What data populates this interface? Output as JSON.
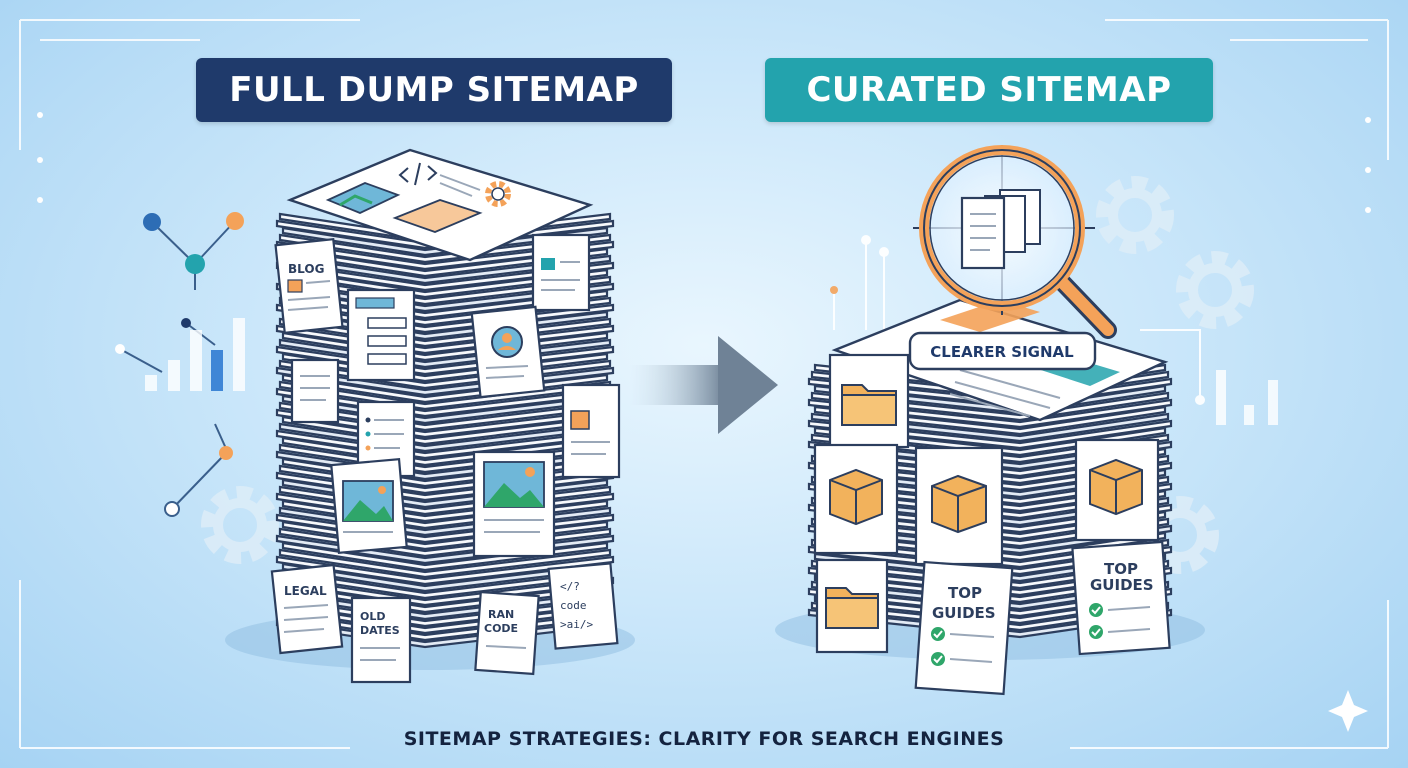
{
  "titles": {
    "full_dump": "FULL DUMP SITEMAP",
    "curated": "CURATED SITEMAP"
  },
  "footer": "SITEMAP STRATEGIES: CLARITY FOR SEARCH ENGINES",
  "left_stack_labels": {
    "blog": "BLOG",
    "legal": "LEGAL",
    "old_dates_1": "OLD",
    "old_dates_2": "DATES",
    "ran_code_1": "RAN",
    "ran_code_2": "CODE",
    "code_1": "</?",
    "code_2": "code",
    "code_3": ">ai/>",
    "xml_tag": "</>"
  },
  "right_stack_labels": {
    "signal": "CLEARER SIGNAL",
    "top_guides_left_1": "TOP",
    "top_guides_left_2": "GUIDES",
    "top_guides_right_1": "TOP",
    "top_guides_right_2": "GUIDES"
  },
  "colors": {
    "navy": "#1f3a6b",
    "teal": "#23a3ad",
    "outline": "#2c3e5e",
    "orange": "#f4a259",
    "box": "#f2b25c",
    "green": "#2fa66a"
  },
  "icons": [
    "network-icon",
    "bar-chart-icon",
    "gear-icon",
    "magnifier-icon",
    "arrow-icon",
    "folder-icon",
    "box-icon",
    "checkmark-icon",
    "image-icon",
    "person-icon",
    "sparkle-icon"
  ]
}
